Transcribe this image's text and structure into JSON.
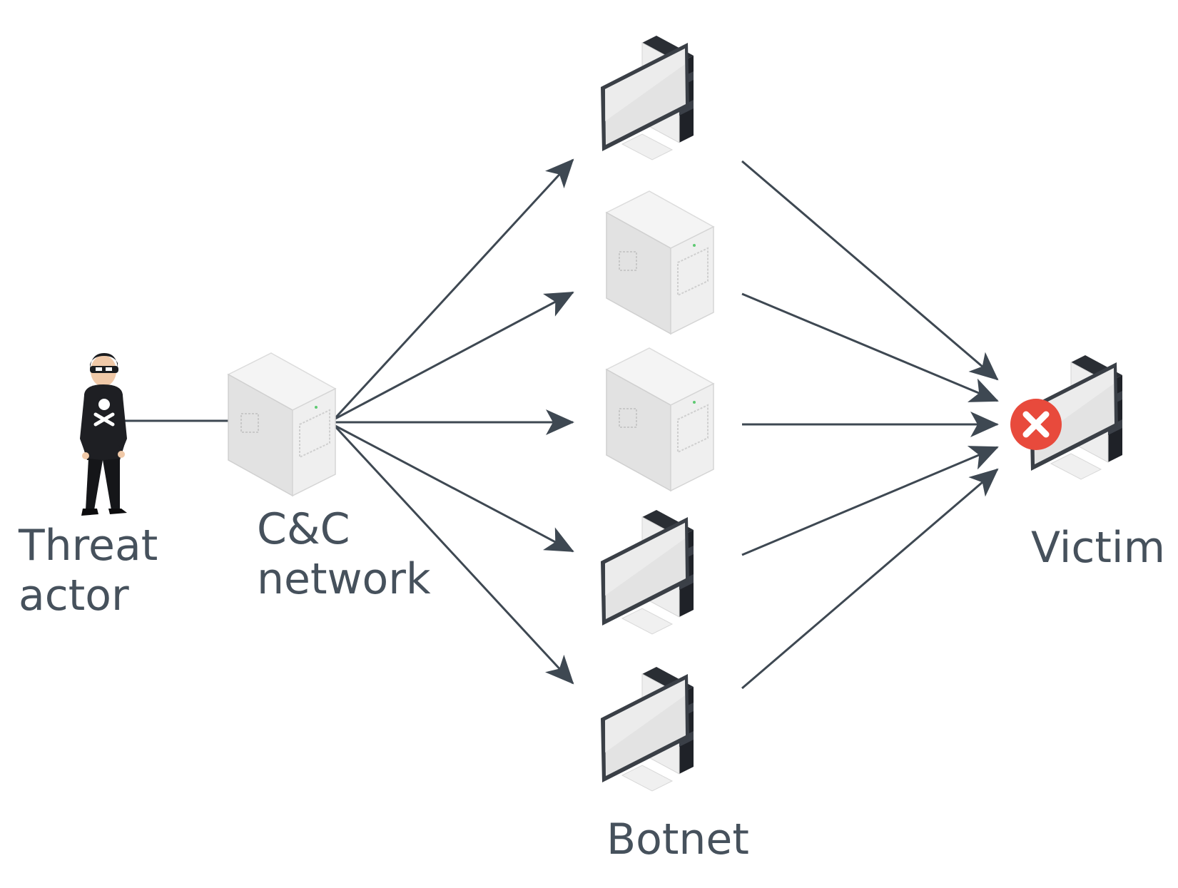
{
  "labels": {
    "threat_actor": [
      "Threat",
      "actor"
    ],
    "cc_network": [
      "C&C",
      "network"
    ],
    "botnet": "Botnet",
    "victim": "Victim"
  },
  "nodes": {
    "threat_actor_icon": "hacker-figure-icon",
    "cc_server_icon": "server-tower-icon",
    "botnet_devices": [
      "desktop-computer-icon",
      "server-tower-icon",
      "server-tower-icon",
      "desktop-computer-icon",
      "desktop-computer-icon"
    ],
    "victim_icon": "desktop-computer-icon",
    "victim_badge_icon": "error-x-icon"
  },
  "colors": {
    "text": "#46515c",
    "arrow": "#3e4852",
    "alert_badge": "#e84a3c"
  }
}
